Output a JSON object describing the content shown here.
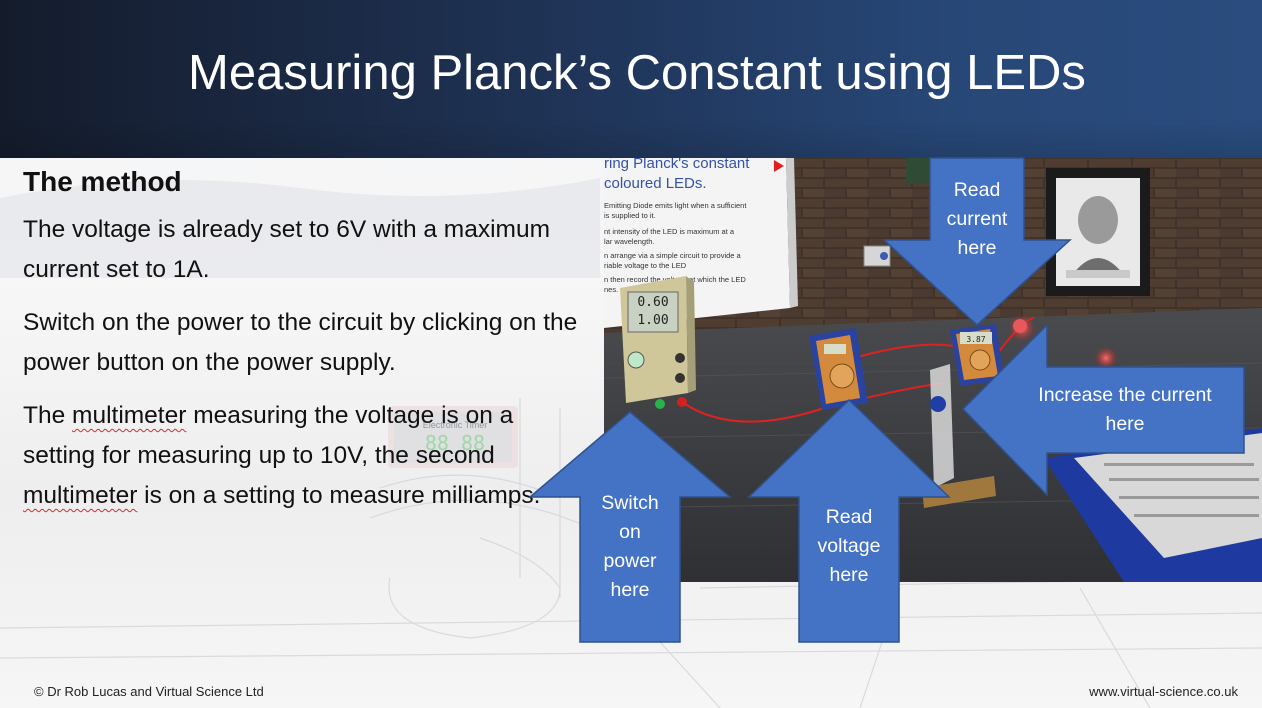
{
  "slide": {
    "title": "Measuring Planck’s Constant using LEDs",
    "subtitle": "The method",
    "paragraphs": {
      "p1": "The voltage is already set to 6V with a maximum current set to 1A.",
      "p2": "Switch on the power to the circuit by clicking on the power button on the power supply.",
      "p3_part1": "The ",
      "p3_word1": "multimeter",
      "p3_part2": " measuring the voltage is on a setting for measuring up to 10V, the second ",
      "p3_word2": "multimeter",
      "p3_part3": " is on a setting to measure milliamps."
    }
  },
  "photo": {
    "board_heading": "ring Planck's constant",
    "board_subheading": "coloured LEDs.",
    "board_lines": [
      "Emitting Diode emits light when a sufficient",
      "is supplied to it.",
      "nt intensity of the LED is maximum at a",
      "lar wavelength.",
      "n arrange via a simple circuit to provide a",
      "riable voltage to the LED",
      "n then record the voltage at which the LED",
      "nes."
    ],
    "psu_voltage": "0.60",
    "psu_current": "1.00",
    "timer_label": "Electronic Timer",
    "timer_digits": "88 88",
    "meter_reading": "3.87"
  },
  "callouts": {
    "read_current": [
      "Read",
      "current",
      "here"
    ],
    "increase_current": [
      "Increase the current",
      "here"
    ],
    "switch_on": [
      "Switch",
      "on",
      "power",
      "here"
    ],
    "read_voltage": [
      "Read",
      "voltage",
      "here"
    ]
  },
  "footer": {
    "copyright": "© Dr Rob Lucas and Virtual Science Ltd",
    "website": "www.virtual-science.co.uk"
  },
  "colors": {
    "arrow_fill": "#4472c4",
    "arrow_stroke": "#2f528f",
    "header_dark": "#141c2c",
    "header_light": "#2a4c7e"
  }
}
